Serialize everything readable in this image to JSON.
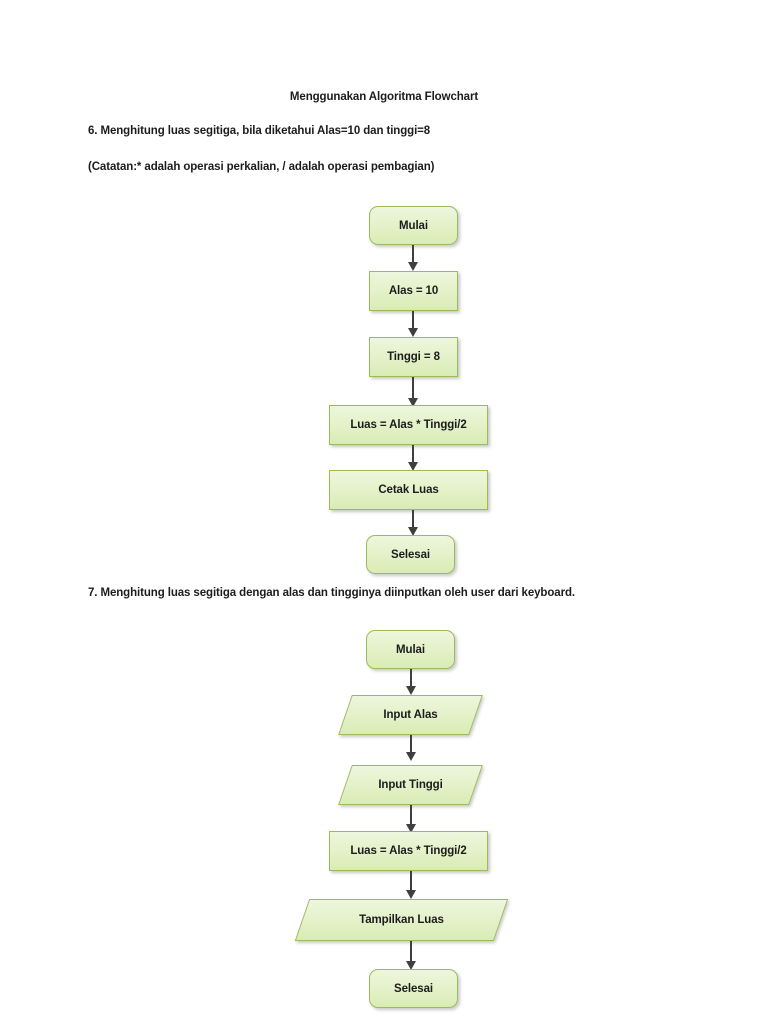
{
  "document": {
    "title": "Menggunakan Algoritma Flowchart",
    "item_6": "6. Menghitung luas segitiga, bila diketahui Alas=10 dan tinggi=8",
    "note": "(Catatan:* adalah operasi perkalian, / adalah operasi pembagian)",
    "item_7": "7. Menghitung luas segitiga dengan alas dan tingginya diinputkan oleh user dari keyboard."
  },
  "colors": {
    "node_fill_top": "#eef6dc",
    "node_fill_bottom": "#d9ecb4",
    "node_border": "#9bbb59",
    "connector": "#3f3f3f",
    "text": "#1c1c1c",
    "page_background": "#ffffff"
  },
  "flowchart_1": {
    "name": "luas-segitiga-nilai-tetap",
    "nodes": [
      {
        "id": "start",
        "shape": "terminator",
        "label": "Mulai"
      },
      {
        "id": "alas",
        "shape": "process",
        "label": "Alas = 10"
      },
      {
        "id": "tinggi",
        "shape": "process",
        "label": "Tinggi = 8"
      },
      {
        "id": "hitung",
        "shape": "process",
        "label": "Luas = Alas * Tinggi/2"
      },
      {
        "id": "cetak",
        "shape": "process",
        "label": "Cetak Luas"
      },
      {
        "id": "end",
        "shape": "terminator",
        "label": "Selesai"
      }
    ],
    "edges": [
      {
        "from": "start",
        "to": "alas"
      },
      {
        "from": "alas",
        "to": "tinggi"
      },
      {
        "from": "tinggi",
        "to": "hitung"
      },
      {
        "from": "hitung",
        "to": "cetak"
      },
      {
        "from": "cetak",
        "to": "end"
      }
    ]
  },
  "flowchart_2": {
    "name": "luas-segitiga-input-user",
    "nodes": [
      {
        "id": "start2",
        "shape": "terminator",
        "label": "Mulai"
      },
      {
        "id": "in_alas",
        "shape": "input-output",
        "label": "Input Alas"
      },
      {
        "id": "in_tinggi",
        "shape": "input-output",
        "label": "Input Tinggi"
      },
      {
        "id": "hitung2",
        "shape": "process",
        "label": "Luas = Alas * Tinggi/2"
      },
      {
        "id": "tampilkan",
        "shape": "input-output",
        "label": "Tampilkan Luas"
      },
      {
        "id": "end2",
        "shape": "terminator",
        "label": "Selesai"
      }
    ],
    "edges": [
      {
        "from": "start2",
        "to": "in_alas"
      },
      {
        "from": "in_alas",
        "to": "in_tinggi"
      },
      {
        "from": "in_tinggi",
        "to": "hitung2"
      },
      {
        "from": "hitung2",
        "to": "tampilkan"
      },
      {
        "from": "tampilkan",
        "to": "end2"
      }
    ]
  }
}
